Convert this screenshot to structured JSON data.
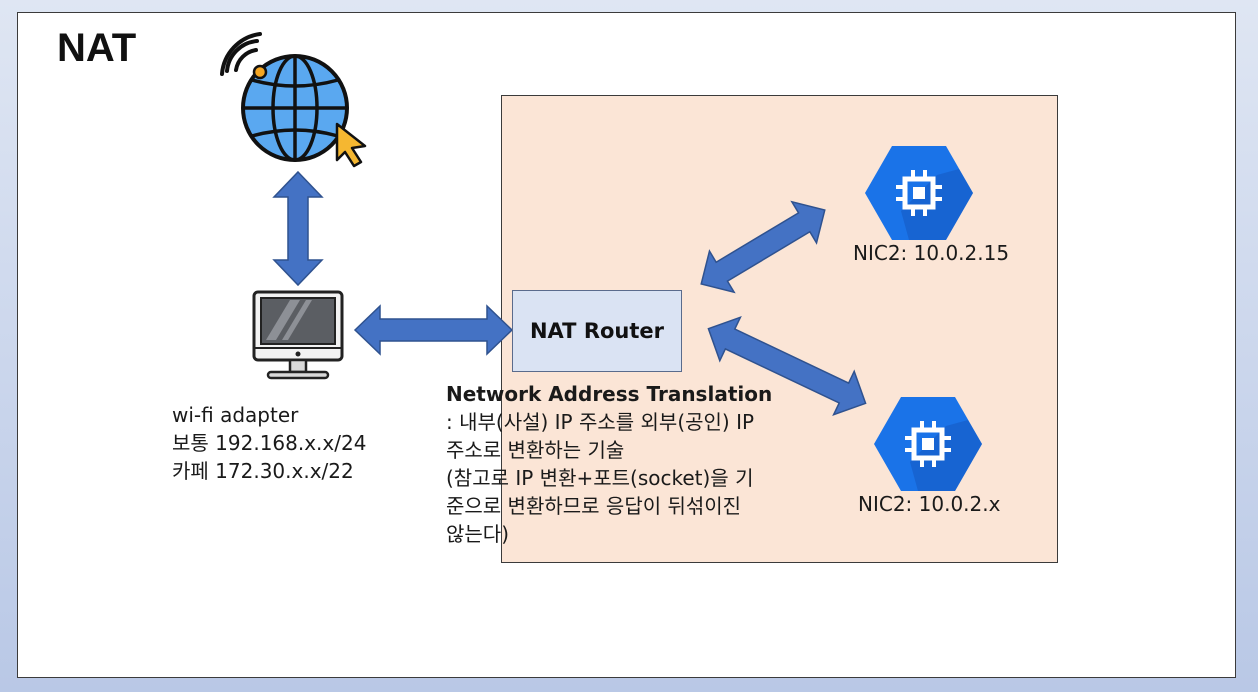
{
  "title": "NAT",
  "router": {
    "label": "NAT Router"
  },
  "host": {
    "lines": [
      "wi-fi adapter",
      "보통 192.168.x.x/24",
      "카페 172.30.x.x/22"
    ]
  },
  "nics": [
    {
      "label": "NIC2: 10.0.2.15"
    },
    {
      "label": "NIC2: 10.0.2.x"
    }
  ],
  "description": {
    "heading": "Network Address Translation",
    "lines": [
      ": 내부(사설) IP 주소를 외부(공인) IP",
      "주소로 변환하는 기술",
      "(참고로 IP 변환+포트(socket)을 기",
      "준으로 변환하므로 응답이 뒤섞이진",
      "않는다)"
    ]
  },
  "icons": [
    "globe-icon",
    "wifi-signal-icon",
    "cursor-icon",
    "monitor-icon",
    "chip-icon"
  ],
  "colors": {
    "arrow": "#4472c4",
    "nat_area": "#fbe5d6",
    "router": "#dae3f3",
    "hex": "#1a73e8",
    "globe": "#5aa8f0"
  }
}
